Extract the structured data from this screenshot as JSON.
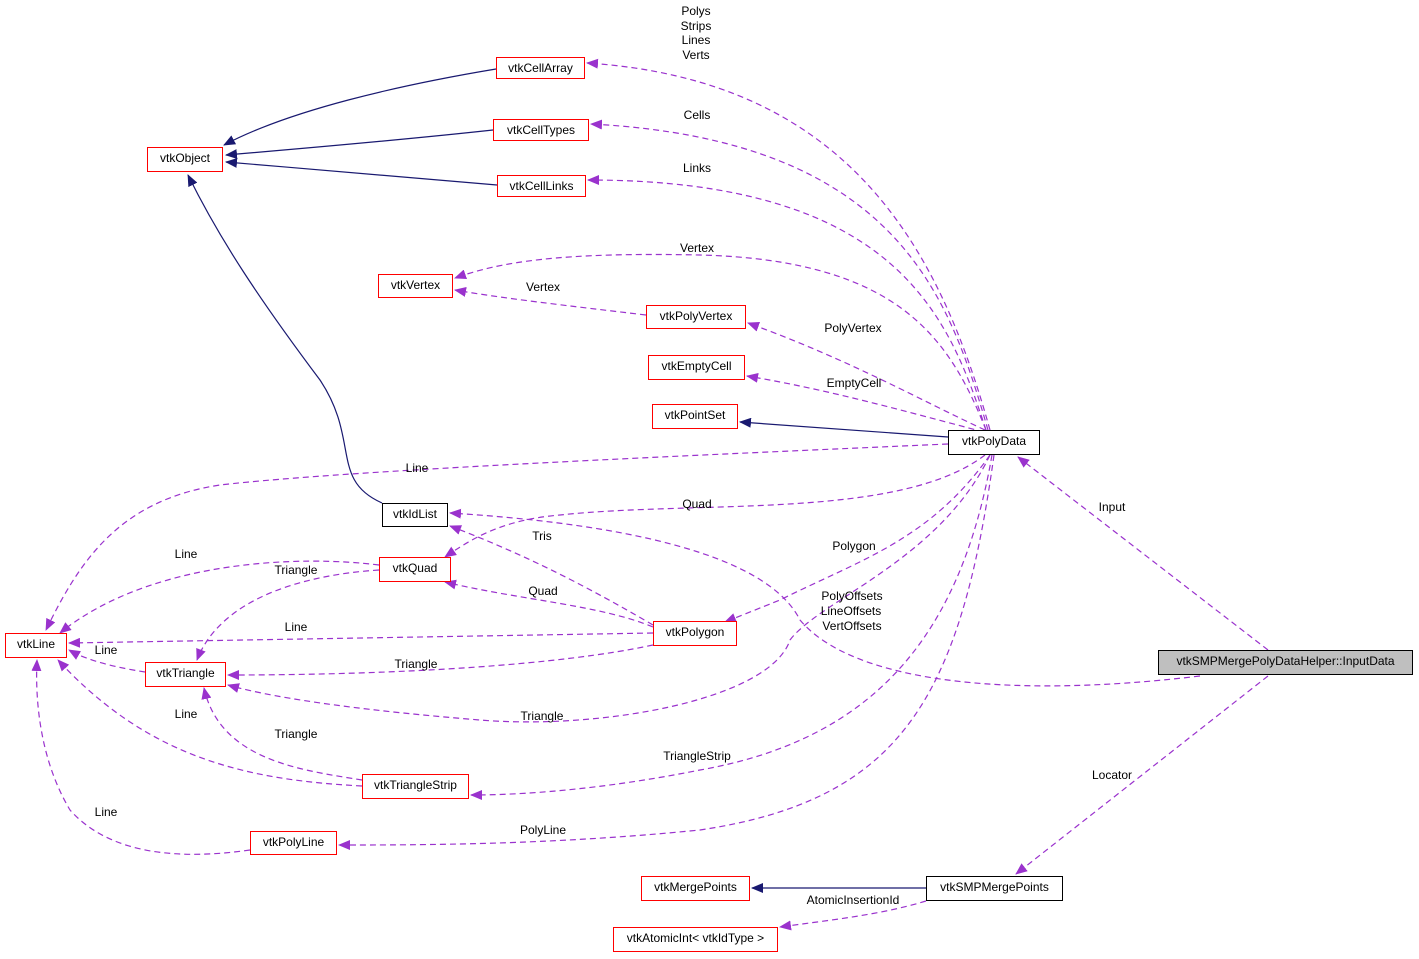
{
  "colors": {
    "inheritance_edge": "#191970",
    "usage_edge": "#9a32cd",
    "node_border_documented": "#000000",
    "node_border_undocumented": "#ff0000",
    "focus_fill": "#bfbfbf"
  },
  "nodes": [
    {
      "id": "vtkCellArray",
      "label": "vtkCellArray",
      "style": "red"
    },
    {
      "id": "vtkCellTypes",
      "label": "vtkCellTypes",
      "style": "red"
    },
    {
      "id": "vtkObject",
      "label": "vtkObject",
      "style": "red"
    },
    {
      "id": "vtkCellLinks",
      "label": "vtkCellLinks",
      "style": "red"
    },
    {
      "id": "vtkVertex",
      "label": "vtkVertex",
      "style": "red"
    },
    {
      "id": "vtkPolyVertex",
      "label": "vtkPolyVertex",
      "style": "red"
    },
    {
      "id": "vtkEmptyCell",
      "label": "vtkEmptyCell",
      "style": "red"
    },
    {
      "id": "vtkPointSet",
      "label": "vtkPointSet",
      "style": "red"
    },
    {
      "id": "vtkPolyData",
      "label": "vtkPolyData",
      "style": "black"
    },
    {
      "id": "vtkIdList",
      "label": "vtkIdList",
      "style": "black"
    },
    {
      "id": "vtkQuad",
      "label": "vtkQuad",
      "style": "red"
    },
    {
      "id": "vtkLine",
      "label": "vtkLine",
      "style": "red"
    },
    {
      "id": "vtkPolygon",
      "label": "vtkPolygon",
      "style": "red"
    },
    {
      "id": "vtkTriangle",
      "label": "vtkTriangle",
      "style": "red"
    },
    {
      "id": "InputData",
      "label": "vtkSMPMergePolyDataHelper::InputData",
      "style": "focus"
    },
    {
      "id": "vtkTriangleStrip",
      "label": "vtkTriangleStrip",
      "style": "red"
    },
    {
      "id": "vtkPolyLine",
      "label": "vtkPolyLine",
      "style": "red"
    },
    {
      "id": "vtkMergePoints",
      "label": "vtkMergePoints",
      "style": "red"
    },
    {
      "id": "vtkSMPMergePoints",
      "label": "vtkSMPMergePoints",
      "style": "black"
    },
    {
      "id": "vtkAtomicInt",
      "label": "vtkAtomicInt< vtkIdType >",
      "style": "red"
    }
  ],
  "edges": [
    {
      "from": "vtkCellArray",
      "to": "vtkObject",
      "kind": "inheritance"
    },
    {
      "from": "vtkCellTypes",
      "to": "vtkObject",
      "kind": "inheritance"
    },
    {
      "from": "vtkCellLinks",
      "to": "vtkObject",
      "kind": "inheritance"
    },
    {
      "from": "vtkIdList",
      "to": "vtkObject",
      "kind": "inheritance"
    },
    {
      "from": "vtkPolyData",
      "to": "vtkPointSet",
      "kind": "inheritance"
    },
    {
      "from": "vtkSMPMergePoints",
      "to": "vtkMergePoints",
      "kind": "inheritance"
    },
    {
      "from": "vtkPolyData",
      "to": "vtkCellArray",
      "kind": "usage"
    },
    {
      "from": "vtkPolyData",
      "to": "vtkCellTypes",
      "kind": "usage",
      "label": "Cells"
    },
    {
      "from": "vtkPolyData",
      "to": "vtkCellLinks",
      "kind": "usage",
      "label": "Links"
    },
    {
      "from": "vtkPolyData",
      "to": "vtkVertex",
      "kind": "usage",
      "label": "Vertex"
    },
    {
      "from": "vtkPolyVertex",
      "to": "vtkVertex",
      "kind": "usage",
      "label": "Vertex"
    },
    {
      "from": "vtkPolyData",
      "to": "vtkPolyVertex",
      "kind": "usage",
      "label": "PolyVertex"
    },
    {
      "from": "vtkPolyData",
      "to": "vtkEmptyCell",
      "kind": "usage",
      "label": "EmptyCell"
    },
    {
      "from": "vtkPolyData",
      "to": "vtkLine",
      "kind": "usage",
      "label": "Line"
    },
    {
      "from": "vtkPolyData",
      "to": "vtkQuad",
      "kind": "usage",
      "label": "Quad"
    },
    {
      "from": "InputData",
      "to": "vtkPolyData",
      "kind": "usage",
      "label": "Input"
    },
    {
      "from": "vtkPolygon",
      "to": "vtkIdList",
      "kind": "usage",
      "label": "Tris"
    },
    {
      "from": "InputData",
      "to": "vtkIdList",
      "kind": "usage"
    },
    {
      "from": "vtkQuad",
      "to": "vtkLine",
      "kind": "usage",
      "label": "Line"
    },
    {
      "from": "vtkQuad",
      "to": "vtkTriangle",
      "kind": "usage",
      "label": "Triangle"
    },
    {
      "from": "vtkPolyData",
      "to": "vtkPolygon",
      "kind": "usage",
      "label": "Polygon"
    },
    {
      "from": "vtkPolygon",
      "to": "vtkQuad",
      "kind": "usage",
      "label": "Quad"
    },
    {
      "from": "vtkPolygon",
      "to": "vtkLine",
      "kind": "usage",
      "label": "Line"
    },
    {
      "from": "vtkTriangle",
      "to": "vtkLine",
      "kind": "usage",
      "label": "Line"
    },
    {
      "from": "vtkPolygon",
      "to": "vtkTriangle",
      "kind": "usage",
      "label": "Triangle"
    },
    {
      "from": "vtkPolyData",
      "to": "vtkTriangle",
      "kind": "usage",
      "label": "Triangle"
    },
    {
      "from": "vtkTriangleStrip",
      "to": "vtkLine",
      "kind": "usage",
      "label": "Line"
    },
    {
      "from": "vtkTriangleStrip",
      "to": "vtkTriangle",
      "kind": "usage",
      "label": "Triangle"
    },
    {
      "from": "vtkPolyData",
      "to": "vtkTriangleStrip",
      "kind": "usage",
      "label": "TriangleStrip"
    },
    {
      "from": "vtkPolyLine",
      "to": "vtkLine",
      "kind": "usage",
      "label": "Line"
    },
    {
      "from": "vtkPolyData",
      "to": "vtkPolyLine",
      "kind": "usage",
      "label": "PolyLine"
    },
    {
      "from": "InputData",
      "to": "vtkSMPMergePoints",
      "kind": "usage",
      "label": "Locator"
    },
    {
      "from": "vtkSMPMergePoints",
      "to": "vtkAtomicInt",
      "kind": "usage",
      "label": "AtomicInsertionId"
    }
  ],
  "free_labels": {
    "cellarray_members": [
      "Polys",
      "Strips",
      "Lines",
      "Verts"
    ],
    "idlist_members": [
      "PolyOffsets",
      "LineOffsets",
      "VertOffsets"
    ]
  }
}
